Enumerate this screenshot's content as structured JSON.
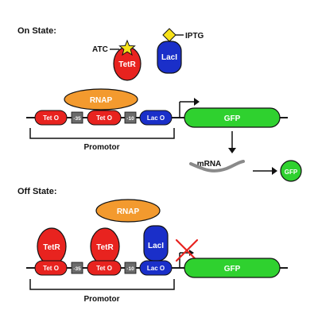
{
  "on_state": {
    "title": "On State:",
    "atc_label": "ATC",
    "iptg_label": "IPTG",
    "tetr_label": "TetR",
    "laci_label": "LacI",
    "rnap_label": "RNAP",
    "teto_label_1": "Tet O",
    "minus35_label": "-35",
    "teto_label_2": "Tet O",
    "minus10_label": "-10",
    "laco_label": "Lac O",
    "gfp_gene_label": "GFP",
    "promotor_label": "Promotor",
    "mrna_label": "mRNA",
    "gfp_protein_label": "GFP"
  },
  "off_state": {
    "title": "Off State:",
    "rnap_label": "RNAP",
    "tetr_label_1": "TetR",
    "tetr_label_2": "TetR",
    "laci_label": "LacI",
    "teto_label_1": "Tet O",
    "minus35_label": "-35",
    "teto_label_2": "Tet O",
    "minus10_label": "-10",
    "laco_label": "Lac O",
    "gfp_gene_label": "GFP",
    "promotor_label": "Promotor"
  },
  "colors": {
    "red": "#e8231f",
    "blue": "#1a2fc9",
    "orange": "#f39a2e",
    "green": "#2fd12f",
    "gray_box": "#6b6b6b",
    "yellow": "#f7e21a",
    "dna": "#1a1a1a",
    "mrna": "#8a8a8a",
    "cross": "#e8231f"
  }
}
